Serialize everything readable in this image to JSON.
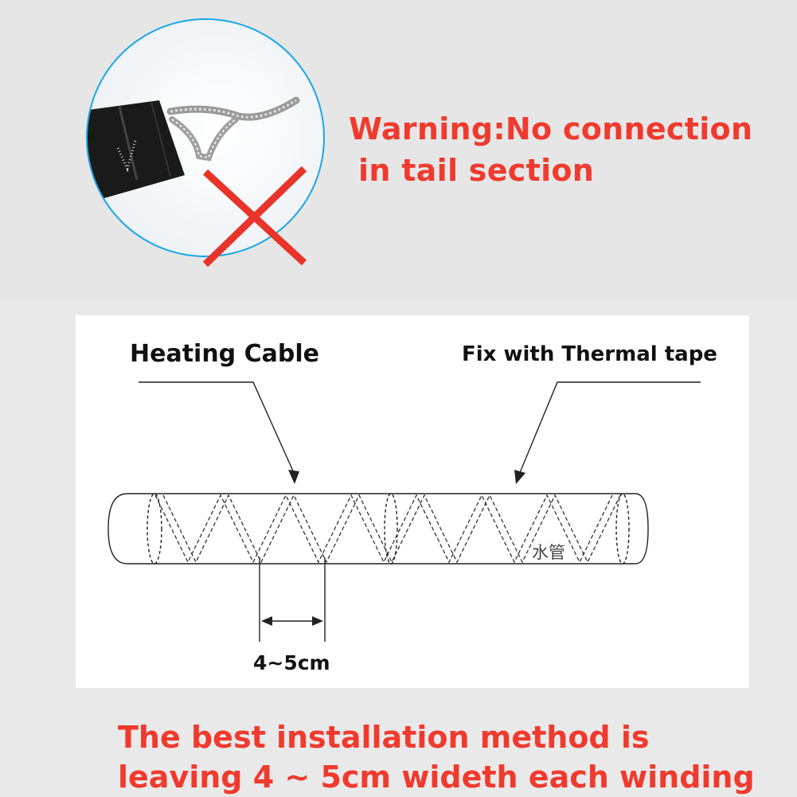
{
  "warning": {
    "line1": "Warning:No connection",
    "line2": "in tail section"
  },
  "diagram": {
    "heating_cable_label": "Heating Cable",
    "thermal_tape_label": "Fix with Thermal tape",
    "pipe_label": "水管",
    "spacing_label": "4~5cm"
  },
  "footer": {
    "line1": "The best installation method is",
    "line2": "leaving 4 ~ 5cm wideth each winding"
  },
  "colors": {
    "warning_text": "#f03a2e",
    "photo_ring": "#1aa7e8",
    "cross": "#e8342a"
  }
}
